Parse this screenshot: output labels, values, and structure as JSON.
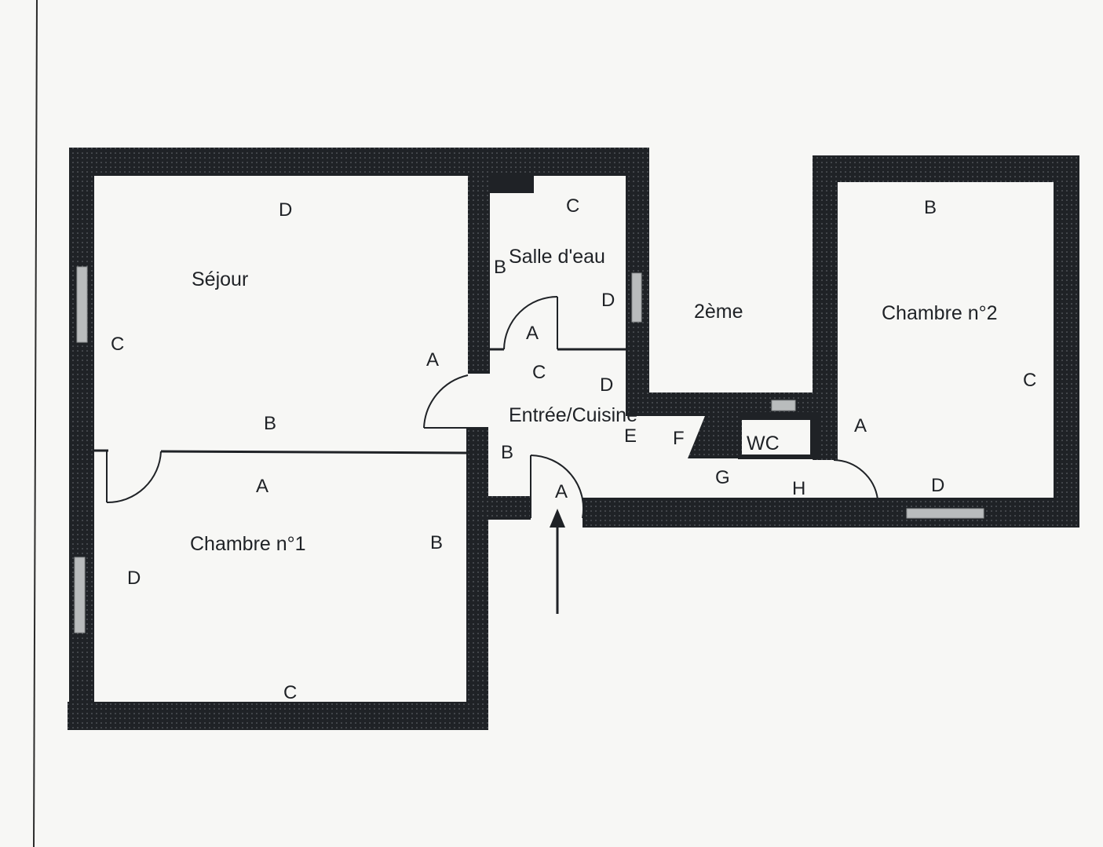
{
  "rooms": {
    "sejour": "Séjour",
    "salle_eau": "Salle d'eau",
    "deuxieme": "2ème",
    "chambre2": "Chambre n°2",
    "entree": "Entrée/Cuisine",
    "wc": "WC",
    "chambre1": "Chambre n°1"
  },
  "wall_labels": {
    "sejour_d": "D",
    "sejour_c": "C",
    "sejour_a": "A",
    "sejour_b": "B",
    "sde_c": "C",
    "sde_b": "B",
    "sde_d": "D",
    "sde_a": "A",
    "ch2_b": "B",
    "ch2_c": "C",
    "ch2_a": "A",
    "ch2_d": "D",
    "ent_c": "C",
    "ent_d": "D",
    "ent_e": "E",
    "ent_f": "F",
    "ent_b": "B",
    "ent_a": "A",
    "ent_g": "G",
    "ent_h": "H",
    "ch1_a": "A",
    "ch1_b": "B",
    "ch1_d": "D",
    "ch1_c": "C"
  }
}
